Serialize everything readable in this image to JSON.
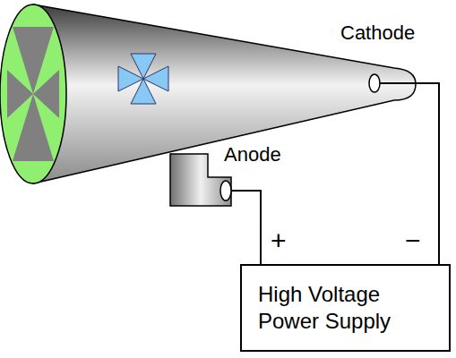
{
  "diagram": {
    "nodes": [
      {
        "text": [
          "High Voltage Power Supply"
        ]
      }
    ],
    "labels": [
      "Cathode",
      "Anode",
      "+",
      "−"
    ]
  }
}
